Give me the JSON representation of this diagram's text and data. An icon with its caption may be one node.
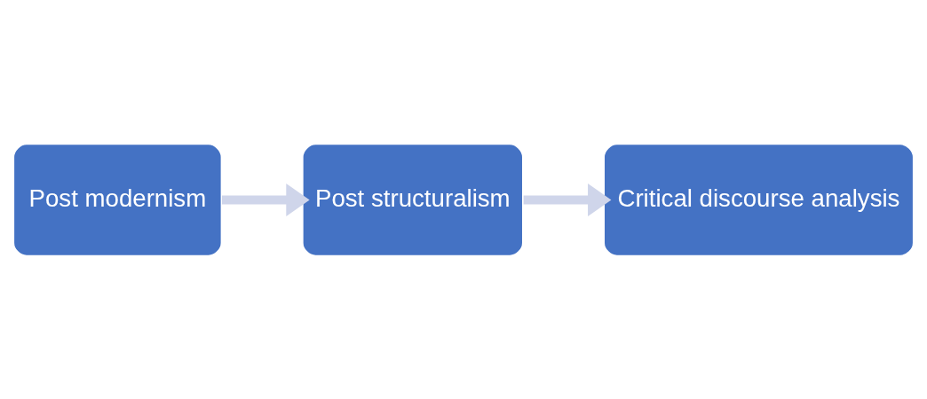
{
  "diagram": {
    "nodes": [
      {
        "text": [
          "Post modernism"
        ]
      },
      {
        "text": [
          "Post structuralism"
        ]
      },
      {
        "text": [
          "Critical discourse analysis"
        ]
      }
    ],
    "edges": [
      {
        "from": 0,
        "to": 1,
        "arrow": "to"
      },
      {
        "from": 1,
        "to": 2,
        "arrow": "to"
      }
    ]
  }
}
